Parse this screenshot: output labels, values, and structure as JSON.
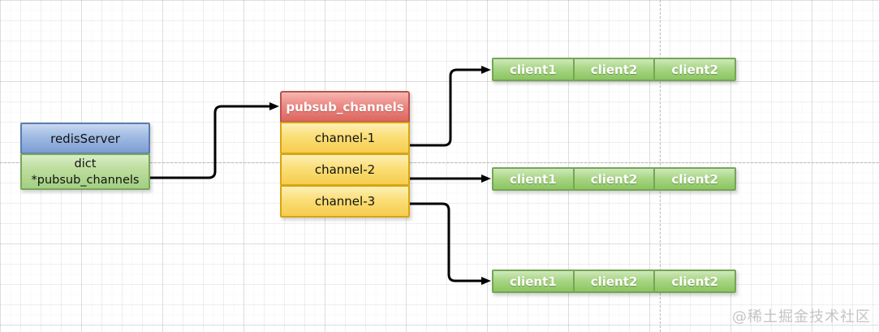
{
  "redis_server_box": {
    "title": "redisServer",
    "body_line1": "dict",
    "body_line2": "*pubsub_channels"
  },
  "pubsub_table": {
    "header": "pubsub_channels",
    "rows": [
      "channel-1",
      "channel-2",
      "channel-3"
    ]
  },
  "client_lists": [
    {
      "cells": [
        "client1",
        "client2",
        "client2"
      ]
    },
    {
      "cells": [
        "client1",
        "client2",
        "client2"
      ]
    },
    {
      "cells": [
        "client1",
        "client2",
        "client2"
      ]
    }
  ],
  "watermark": "@稀土掘金技术社区",
  "colors": {
    "redis_header_blue": "#7d9cd4",
    "redis_header_border": "#5b7cb1",
    "dict_body_green": "#a2cf82",
    "dict_body_border": "#77a75a",
    "pubsub_header_red": "#dd6660",
    "pubsub_header_border": "#b85450",
    "channel_yellow": "#f6cd4e",
    "channel_border": "#d7a514",
    "client_green": "#8cc561",
    "client_border": "#74a656",
    "arrow_black": "#000000",
    "guide_gray": "#b9b9b9",
    "watermark_gray": "#c4c4c4"
  }
}
